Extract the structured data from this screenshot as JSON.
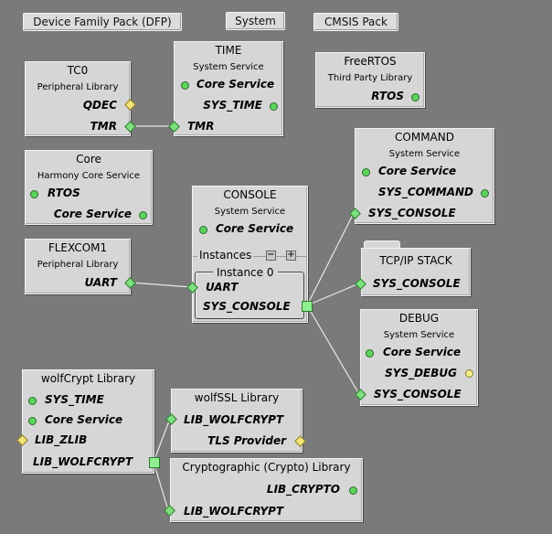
{
  "tabs": [
    {
      "label": "Device Family Pack (DFP)"
    },
    {
      "label": "System"
    },
    {
      "label": "CMSIS Pack"
    }
  ],
  "components": {
    "tc0": {
      "title": "TC0",
      "subtitle": "Peripheral Library",
      "ports": {
        "qdec": "QDEC",
        "tmr": "TMR"
      }
    },
    "time": {
      "title": "TIME",
      "subtitle": "System Service",
      "ports": {
        "core_service": "Core Service",
        "sys_time": "SYS_TIME",
        "tmr": "TMR"
      }
    },
    "freertos": {
      "title": "FreeRTOS",
      "subtitle": "Third Party Library",
      "ports": {
        "rtos": "RTOS"
      }
    },
    "core": {
      "title": "Core",
      "subtitle": "Harmony Core Service",
      "ports": {
        "rtos": "RTOS",
        "core_service": "Core Service"
      }
    },
    "command": {
      "title": "COMMAND",
      "subtitle": "System Service",
      "ports": {
        "core_service": "Core Service",
        "sys_command": "SYS_COMMAND",
        "sys_console": "SYS_CONSOLE"
      }
    },
    "console": {
      "title": "CONSOLE",
      "subtitle": "System Service",
      "ports": {
        "core_service": "Core Service",
        "uart": "UART",
        "sys_console": "SYS_CONSOLE"
      },
      "instances_label": "Instances",
      "instance_label": "Instance 0"
    },
    "flexcom1": {
      "title": "FLEXCOM1",
      "subtitle": "Peripheral Library",
      "ports": {
        "uart": "UART"
      }
    },
    "tcpip": {
      "title": "TCP/IP STACK",
      "ports": {
        "sys_console": "SYS_CONSOLE"
      }
    },
    "debug": {
      "title": "DEBUG",
      "subtitle": "System Service",
      "ports": {
        "core_service": "Core Service",
        "sys_debug": "SYS_DEBUG",
        "sys_console": "SYS_CONSOLE"
      }
    },
    "wolfcrypt": {
      "title": "wolfCrypt Library",
      "ports": {
        "sys_time": "SYS_TIME",
        "core_service": "Core Service",
        "lib_zlib": "LIB_ZLIB",
        "lib_wolfcrypt": "LIB_WOLFCRYPT"
      }
    },
    "wolfssl": {
      "title": "wolfSSL Library",
      "ports": {
        "lib_wolfcrypt": "LIB_WOLFCRYPT",
        "tls_provider": "TLS Provider"
      }
    },
    "crypto": {
      "title": "Cryptographic (Crypto) Library",
      "ports": {
        "lib_crypto": "LIB_CRYPTO",
        "lib_wolfcrypt": "LIB_WOLFCRYPT"
      }
    }
  },
  "colors": {
    "canvas": "#7a7a7a",
    "box": "#d6d6d6",
    "wire": "#e8e8e8",
    "port_green": "#5cd45c",
    "port_yellow": "#f6f08a"
  },
  "icons": {
    "minus": "minus-icon",
    "plus": "plus-icon",
    "folder": "folder-tab-icon"
  }
}
